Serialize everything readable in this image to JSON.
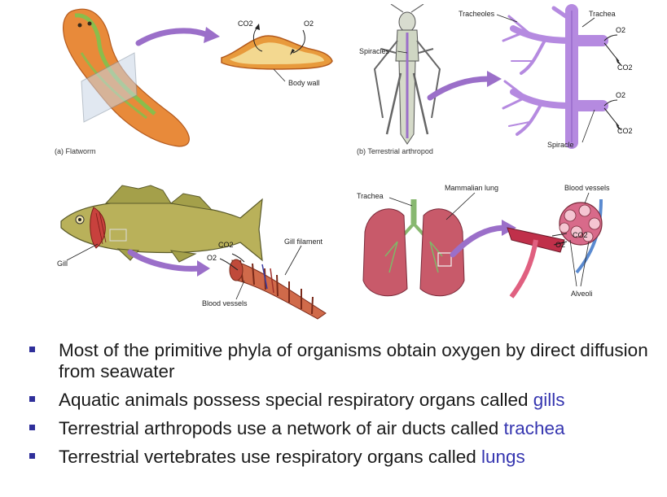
{
  "panels": {
    "flatworm": {
      "caption": "(a) Flatworm",
      "body_wall": "Body wall",
      "co2": "CO2",
      "o2": "O2"
    },
    "arthropod": {
      "caption": "(b) Terrestrial arthropod",
      "spiracles": "Spiracles",
      "tracheoles": "Tracheoles",
      "trachea": "Trachea",
      "spiracle": "Spiracle",
      "o2": "O2",
      "co2": "CO2"
    },
    "fish": {
      "gill": "Gill",
      "gill_filament": "Gill filament",
      "blood_vessels": "Blood vessels",
      "co2": "CO2",
      "o2": "O2"
    },
    "mammal": {
      "trachea": "Trachea",
      "mammalian_lung": "Mammalian lung",
      "blood_vessels": "Blood vessels",
      "alveoli": "Alveoli",
      "co2": "CO2",
      "o2": "O2"
    }
  },
  "bullets": [
    {
      "text": "Most of the primitive phyla of organisms obtain oxygen by direct diffusion from seawater",
      "highlight": ""
    },
    {
      "text": "Aquatic animals possess special respiratory organs called ",
      "highlight": "gills"
    },
    {
      "text": "Terrestrial arthropods use a network of air ducts called ",
      "highlight": "trachea"
    },
    {
      "text": "Terrestrial vertebrates use respiratory organs called ",
      "highlight": "lungs"
    }
  ],
  "colors": {
    "arrow": "#9b6fc9",
    "bullet": "#2f2f9a",
    "highlight": "#3636b0",
    "trachea": "#b58ae0",
    "flatworm_orange": "#e68a3c",
    "flatworm_green": "#7bbf4a",
    "fish_body": "#b9b15a",
    "lung": "#c85a6a",
    "gill": "#c8413d"
  }
}
